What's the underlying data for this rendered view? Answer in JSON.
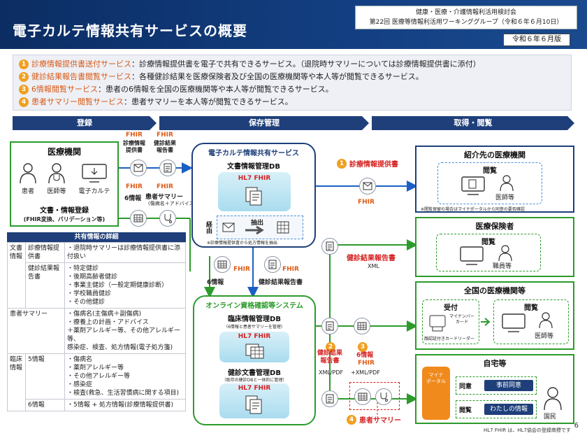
{
  "header": {
    "title": "電子カルテ情報共有サービスの概要",
    "meeting_line1": "健康・医療・介護情報利活用検討会",
    "meeting_line2": "第22回 医療等情報利活用ワーキンググループ（令和６年６月10日）",
    "date": "令和６年６月版"
  },
  "services": [
    {
      "num": "1",
      "name": "診療情報提供書送付サービス",
      "desc": "：診療情報提供書を電子で共有できるサービス。（退院時サマリーについては診療情報提供書に添付）"
    },
    {
      "num": "2",
      "name": "健診結果報告書閲覧サービス",
      "desc": "：各種健診結果を医療保険者及び全国の医療機関等や本人等が閲覧できるサービス。"
    },
    {
      "num": "3",
      "name": "6情報閲覧サービス",
      "desc": "：患者の6情報を全国の医療機関等や本人等が閲覧できるサービス。"
    },
    {
      "num": "4",
      "name": "患者サマリー閲覧サービス",
      "desc": "：患者サマリーを本人等が閲覧できるサービス。"
    }
  ],
  "phases": {
    "register": "登録",
    "storage": "保存管理",
    "view": "取得・閲覧"
  },
  "medical": {
    "title": "医療機関",
    "patient": "患者",
    "doctor": "医師等",
    "ehr": "電子カルテ",
    "reg_title": "文書・情報登録",
    "reg_sub": "(FHIR変換、バリデーション等)"
  },
  "fhir": "FHIR",
  "flow": {
    "referral": "診療情報\n提供書",
    "checkup": "健診結果\n報告書",
    "six": "6情報",
    "summary": "患者サマリー",
    "summary_sub": "(傷病名＋アドバイス)",
    "ref_label": "診療情報提供書",
    "checkup_label": "健診結果報告書",
    "xml": "XML",
    "xml_pdf": "XML/PDF",
    "six_plus": "+XML/PDF",
    "checkup2": "健診結果\n報告書",
    "six2": "6情報",
    "summary4": "患者サマリー"
  },
  "ehr_service": {
    "title": "電子カルテ情報共有サービス",
    "db": "文書情報管理DB",
    "hl7": "HL7 FHIR",
    "via": "経由",
    "extract": "抽出",
    "note": "※診療情報提供書から処方情報を抽出"
  },
  "online": {
    "title": "オンライン資格確認等システム",
    "db1": "臨床情報管理DB",
    "db1_sub": "（6情報と患者サマリーを管理）",
    "db2": "健診文書管理DB",
    "db2_sub": "（既存の健診DBと一体的に管理）"
  },
  "dest": {
    "referral_title": "紹介先の医療機関",
    "view": "閲覧",
    "doctor": "医師等",
    "referral_note": "※閲覧保留の場合はマイナポータルから同意の要否確認",
    "insurer_title": "医療保険者",
    "insurer_staff": "職員等",
    "national_title": "全国の医療機関等",
    "reception": "受付",
    "mynumber": "マイナンバー\nカード",
    "card_reader": "顔認証付きカードリーダー",
    "home_title": "自宅等",
    "mynaportal": "マイナ\nポータル",
    "consent": "同意",
    "consent_btn": "事前同意",
    "view2": "閲覧",
    "view_btn": "わたしの情報",
    "citizen": "国民"
  },
  "detail": {
    "title": "共有情報の詳細",
    "doc": "文書情報",
    "ref": "診療情報提供書",
    "ref_desc": "・退院時サマリーは診療情報提供書に添付扱い",
    "checkup": "健診結果報告書",
    "checkup_items": [
      "・特定健診",
      "・後期高齢者健診",
      "・事業主健診（一般定期健康診断）",
      "・学校職員健診",
      "・その他健診"
    ],
    "summary": "患者サマリー",
    "summary_items": [
      "・傷病名(主傷病＋副傷病)",
      "・療養上の計画・アドバイス",
      "＋薬剤アレルギー等、その他アレルギー等、",
      "感染症、検査、処方情報(電子処方箋)"
    ],
    "clinical": "臨床情報",
    "five": "5情報",
    "five_items": [
      "・傷病名",
      "・薬剤アレルギー等",
      "・その他アレルギー等",
      "・感染症",
      "・検査(救急、生活習慣病に関する項目)"
    ],
    "six": "6情報",
    "six_desc": "・5情報 + 処方情報(診療情報提供書)"
  },
  "footer": {
    "page": "6",
    "hl7note": "HL7 FHIR は、HL7協会の登録商標です"
  },
  "colors": {
    "navy": "#1e3f7a",
    "green": "#2c9b2c",
    "blue": "#1c5fc4",
    "orange": "#e05a16",
    "red": "#d62020"
  }
}
